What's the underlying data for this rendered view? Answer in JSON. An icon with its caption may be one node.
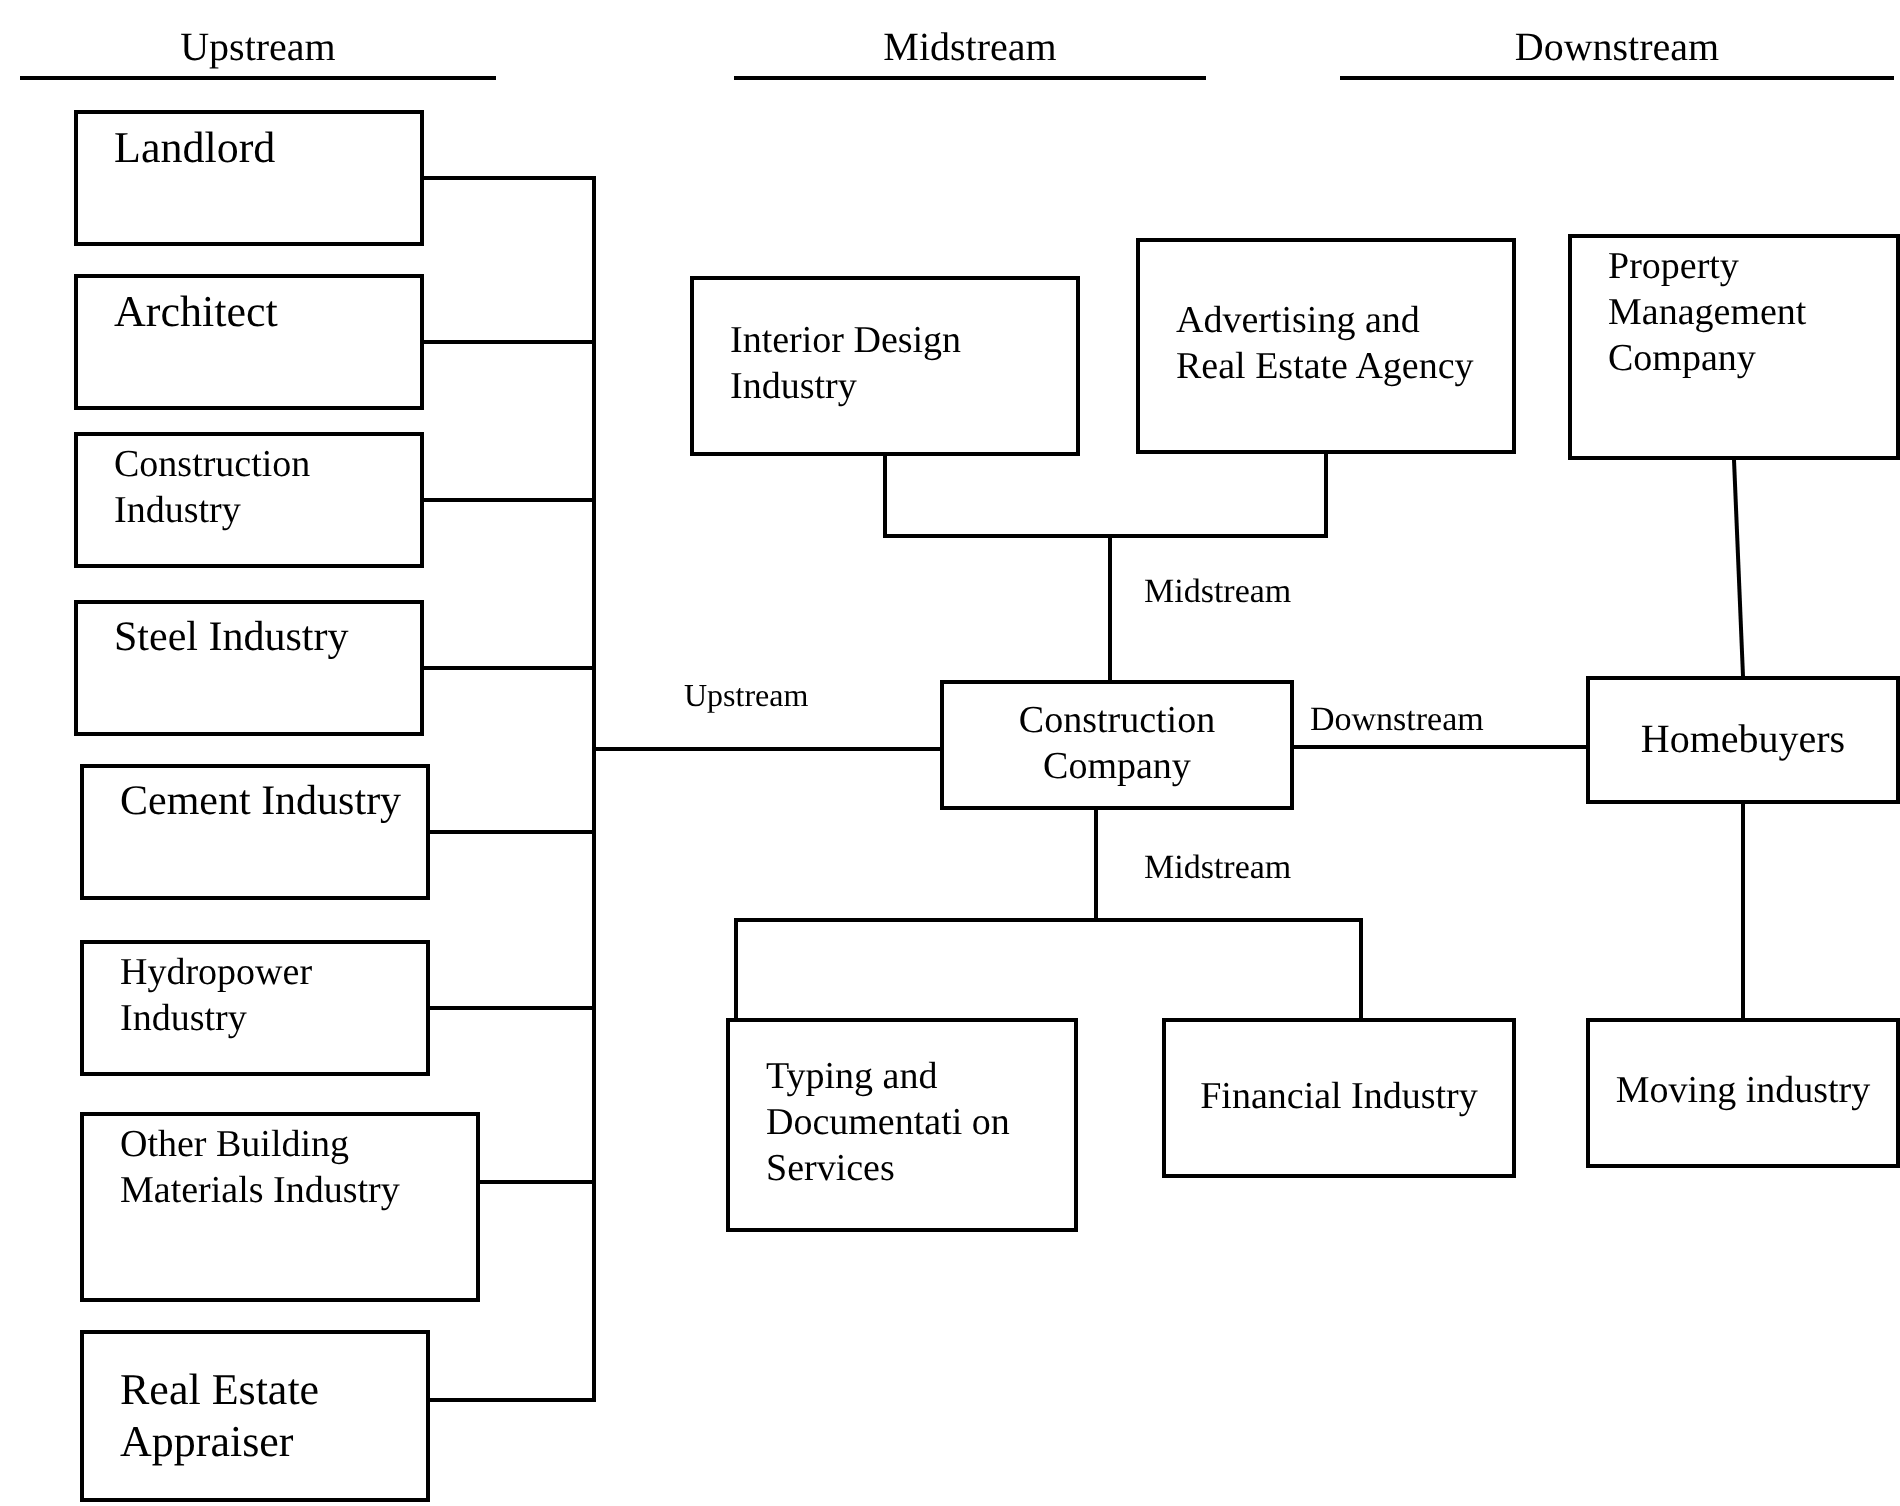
{
  "diagram": {
    "nodes": [
      {
        "text": [
          "Landlord"
        ]
      },
      {
        "text": [
          "Architect"
        ]
      },
      {
        "text": [
          "Construction Industry"
        ]
      },
      {
        "text": [
          "Steel Industry"
        ]
      },
      {
        "text": [
          "Cement Industry"
        ]
      },
      {
        "text": [
          "Hydropower Industry"
        ]
      },
      {
        "text": [
          "Other Building Materials Industry"
        ]
      },
      {
        "text": [
          "Real Estate Appraiser"
        ]
      },
      {
        "text": [
          "Interior Design Industry"
        ]
      },
      {
        "text": [
          "Advertising and Real Estate Agency"
        ]
      },
      {
        "text": [
          "Property Management Company"
        ]
      },
      {
        "text": [
          "Construction Company"
        ]
      },
      {
        "text": [
          "Homebuyers"
        ]
      },
      {
        "text": [
          "Typing and Documentati on Services"
        ]
      },
      {
        "text": [
          "Financial Industry"
        ]
      },
      {
        "text": [
          "Moving industry"
        ]
      }
    ],
    "edges": [
      {
        "from": 0,
        "to": 11,
        "arrow": "none"
      },
      {
        "from": 1,
        "to": 11,
        "arrow": "none"
      },
      {
        "from": 2,
        "to": 11,
        "arrow": "none"
      },
      {
        "from": 3,
        "to": 11,
        "arrow": "none",
        "label": "Upstream"
      },
      {
        "from": 4,
        "to": 11,
        "arrow": "none"
      },
      {
        "from": 5,
        "to": 11,
        "arrow": "none"
      },
      {
        "from": 6,
        "to": 11,
        "arrow": "none"
      },
      {
        "from": 7,
        "to": 11,
        "arrow": "none"
      },
      {
        "from": 8,
        "to": 11,
        "arrow": "none",
        "label": "Midstream"
      },
      {
        "from": 9,
        "to": 11,
        "arrow": "none"
      },
      {
        "from": 11,
        "to": 12,
        "arrow": "none",
        "label": "Downstream"
      },
      {
        "from": 11,
        "to": 13,
        "arrow": "none",
        "label": "Midstream"
      },
      {
        "from": 11,
        "to": 14,
        "arrow": "none"
      },
      {
        "from": 10,
        "to": 12,
        "arrow": "none"
      },
      {
        "from": 12,
        "to": 15,
        "arrow": "none"
      }
    ],
    "labels": [
      "Upstream",
      "Midstream",
      "Downstream"
    ]
  }
}
